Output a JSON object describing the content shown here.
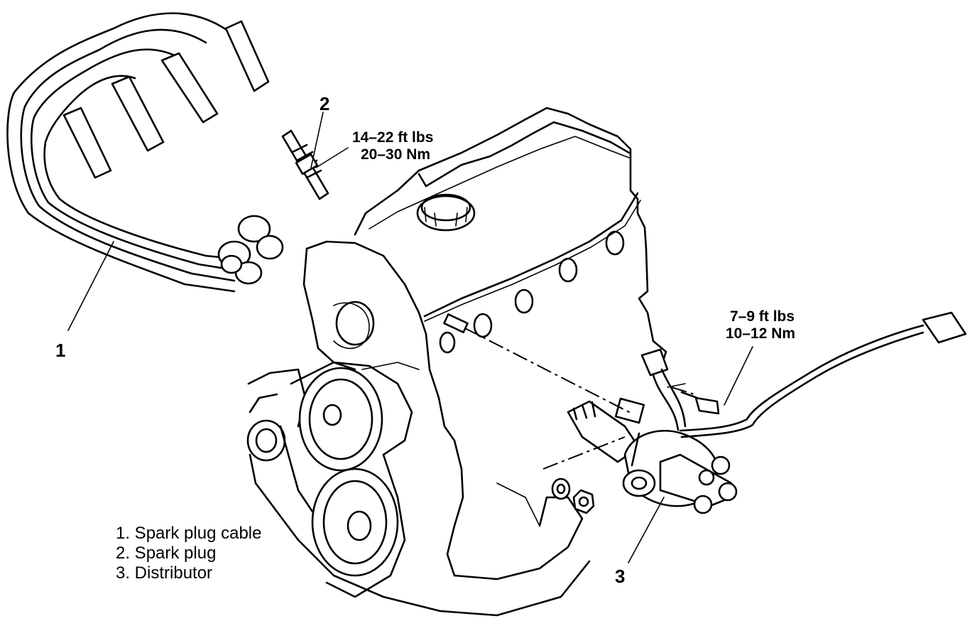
{
  "callouts": {
    "c1": "1",
    "c2": "2",
    "c3": "3"
  },
  "torque_specs": {
    "spark_plug": {
      "ftlbs": "14–22 ft lbs",
      "nm": "20–30 Nm"
    },
    "distributor": {
      "ftlbs": "7–9 ft lbs",
      "nm": "10–12 Nm"
    }
  },
  "legend": {
    "item1": "1. Spark plug cable",
    "item2": "2. Spark plug",
    "item3": "3. Distributor"
  },
  "colors": {
    "line": "#000000",
    "background": "#ffffff"
  }
}
